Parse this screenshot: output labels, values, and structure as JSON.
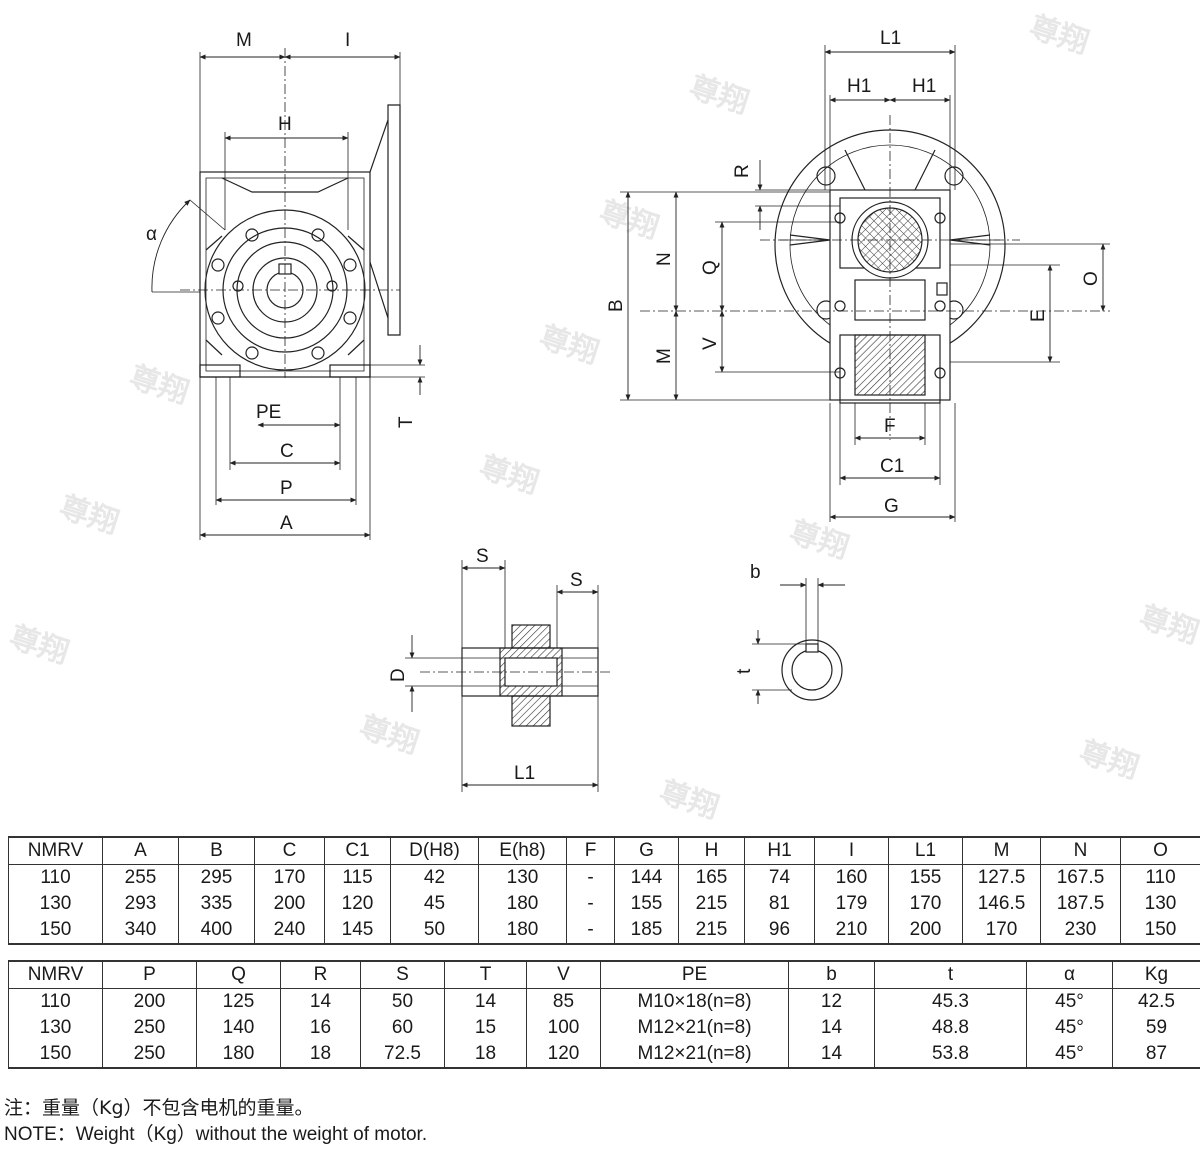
{
  "watermark": "尊翔",
  "drawing": {
    "front_view": {
      "M": "M",
      "I": "I",
      "H": "H",
      "alpha": "α",
      "PE": "PE",
      "C": "C",
      "P": "P",
      "A": "A",
      "T": "T"
    },
    "side_view": {
      "L1": "L1",
      "H1_left": "H1",
      "H1_right": "H1",
      "R": "R",
      "B": "B",
      "N": "N",
      "Q": "Q",
      "M": "M",
      "V": "V",
      "O": "O",
      "E": "E",
      "F": "F",
      "C1": "C1",
      "G": "G"
    },
    "shaft_view": {
      "S_left": "S",
      "S_right": "S",
      "D": "D",
      "L1": "L1"
    },
    "bore_view": {
      "b": "b",
      "t": "t"
    }
  },
  "table1": {
    "headers": [
      "NMRV",
      "A",
      "B",
      "C",
      "C1",
      "D(H8)",
      "E(h8)",
      "F",
      "G",
      "H",
      "H1",
      "I",
      "L1",
      "M",
      "N",
      "O"
    ],
    "rows": [
      [
        "110",
        "255",
        "295",
        "170",
        "115",
        "42",
        "130",
        "-",
        "144",
        "165",
        "74",
        "160",
        "155",
        "127.5",
        "167.5",
        "110"
      ],
      [
        "130",
        "293",
        "335",
        "200",
        "120",
        "45",
        "180",
        "-",
        "155",
        "215",
        "81",
        "179",
        "170",
        "146.5",
        "187.5",
        "130"
      ],
      [
        "150",
        "340",
        "400",
        "240",
        "145",
        "50",
        "180",
        "-",
        "185",
        "215",
        "96",
        "210",
        "200",
        "170",
        "230",
        "150"
      ]
    ]
  },
  "table2": {
    "headers": [
      "NMRV",
      "P",
      "Q",
      "R",
      "S",
      "T",
      "V",
      "PE",
      "b",
      "t",
      "α",
      "Kg"
    ],
    "rows": [
      [
        "110",
        "200",
        "125",
        "14",
        "50",
        "14",
        "85",
        "M10×18(n=8)",
        "12",
        "45.3",
        "45°",
        "42.5"
      ],
      [
        "130",
        "250",
        "140",
        "16",
        "60",
        "15",
        "100",
        "M12×21(n=8)",
        "14",
        "48.8",
        "45°",
        "59"
      ],
      [
        "150",
        "250",
        "180",
        "18",
        "72.5",
        "18",
        "120",
        "M12×21(n=8)",
        "14",
        "53.8",
        "45°",
        "87"
      ]
    ]
  },
  "notes": {
    "cn": "注：重量（Kg）不包含电机的重量。",
    "en": "NOTE：Weight（Kg）without the weight of motor."
  }
}
